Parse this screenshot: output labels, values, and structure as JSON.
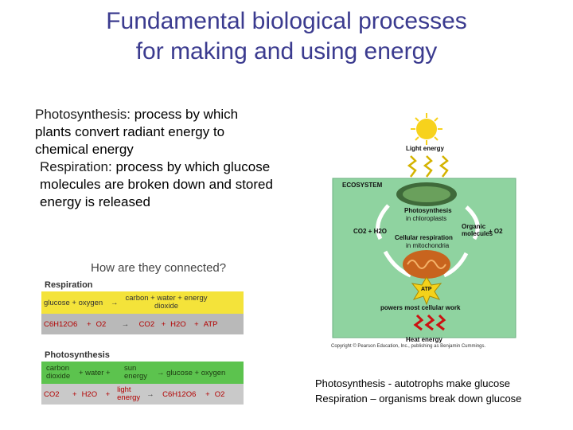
{
  "title": {
    "line1": "Fundamental biological processes",
    "line2": "for making and using energy"
  },
  "definitions": {
    "photosynthesis_term": "Photosynthesis",
    "photosynthesis_text": ": process by which plants convert radiant energy to chemical energy",
    "respiration_term": "Respiration",
    "respiration_text": ": process by which glucose molecules are broken down and stored energy is released"
  },
  "connection": {
    "heading": "How are they connected?",
    "respiration_label": "Respiration",
    "respiration_words": [
      "glucose + oxygen",
      "→",
      "carbon + water + energy",
      "dioxide"
    ],
    "respiration_formula": [
      "C6H12O6",
      "+",
      "O2",
      "→",
      "CO2",
      "+",
      "H2O",
      "+",
      "ATP"
    ],
    "photosynthesis_label": "Photosynthesis",
    "photosynthesis_words": [
      "carbon",
      "dioxide",
      "+ water +",
      "sun",
      "energy",
      "→ glucose + oxygen"
    ],
    "photosynthesis_formula": [
      "CO2",
      "+",
      "H2O",
      "+",
      "light",
      "energy",
      "→",
      "C6H12O6",
      "+",
      "O2"
    ]
  },
  "diagram": {
    "light_energy": "Light energy",
    "ecosystem": "ECOSYSTEM",
    "photosynthesis": "Photosynthesis",
    "in_chloroplasts": "in chloroplasts",
    "co2_h2o": "CO2 + H2O",
    "organic_molecules": "Organic molecules",
    "plus_o2": "+ O2",
    "cellular_respiration": "Cellular respiration",
    "in_mitochondria": "in mitochondria",
    "atp": "ATP",
    "powers_work": "powers most cellular work",
    "heat_energy": "Heat energy",
    "credit": "Copyright © Pearson Education, Inc., publishing as Benjamin Cummings."
  },
  "caption": {
    "line1": "Photosynthesis -  autotrophs make glucose",
    "line2": " Respiration – organisms break down glucose"
  },
  "colors": {
    "title": "#3b3b8f",
    "ecosystem_bg": "#8fd3a0",
    "sun": "#f7d21c",
    "arrow_red": "#cc1111",
    "yellow_band": "#f4e33a",
    "green_band": "#5cc34e"
  }
}
